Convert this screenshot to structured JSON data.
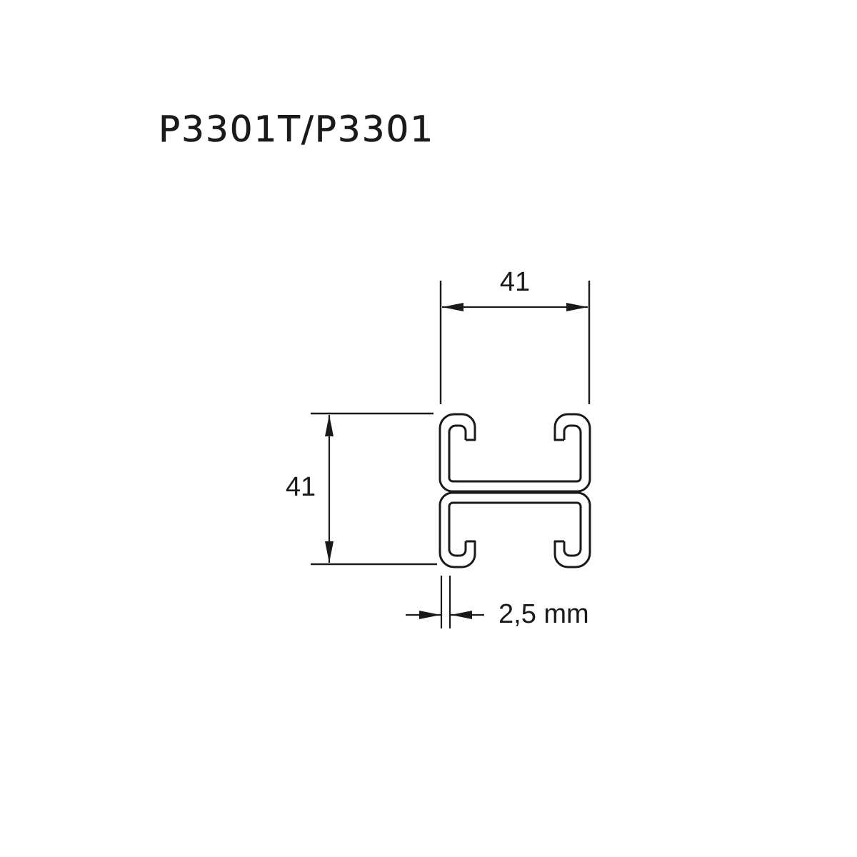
{
  "title": "P3301T/P3301",
  "dimensions": {
    "width": {
      "label": "41"
    },
    "height": {
      "label": "41"
    },
    "thickness": {
      "label": "2,5 mm"
    }
  },
  "colors": {
    "line": "#1a1a1a",
    "background": "#ffffff"
  }
}
